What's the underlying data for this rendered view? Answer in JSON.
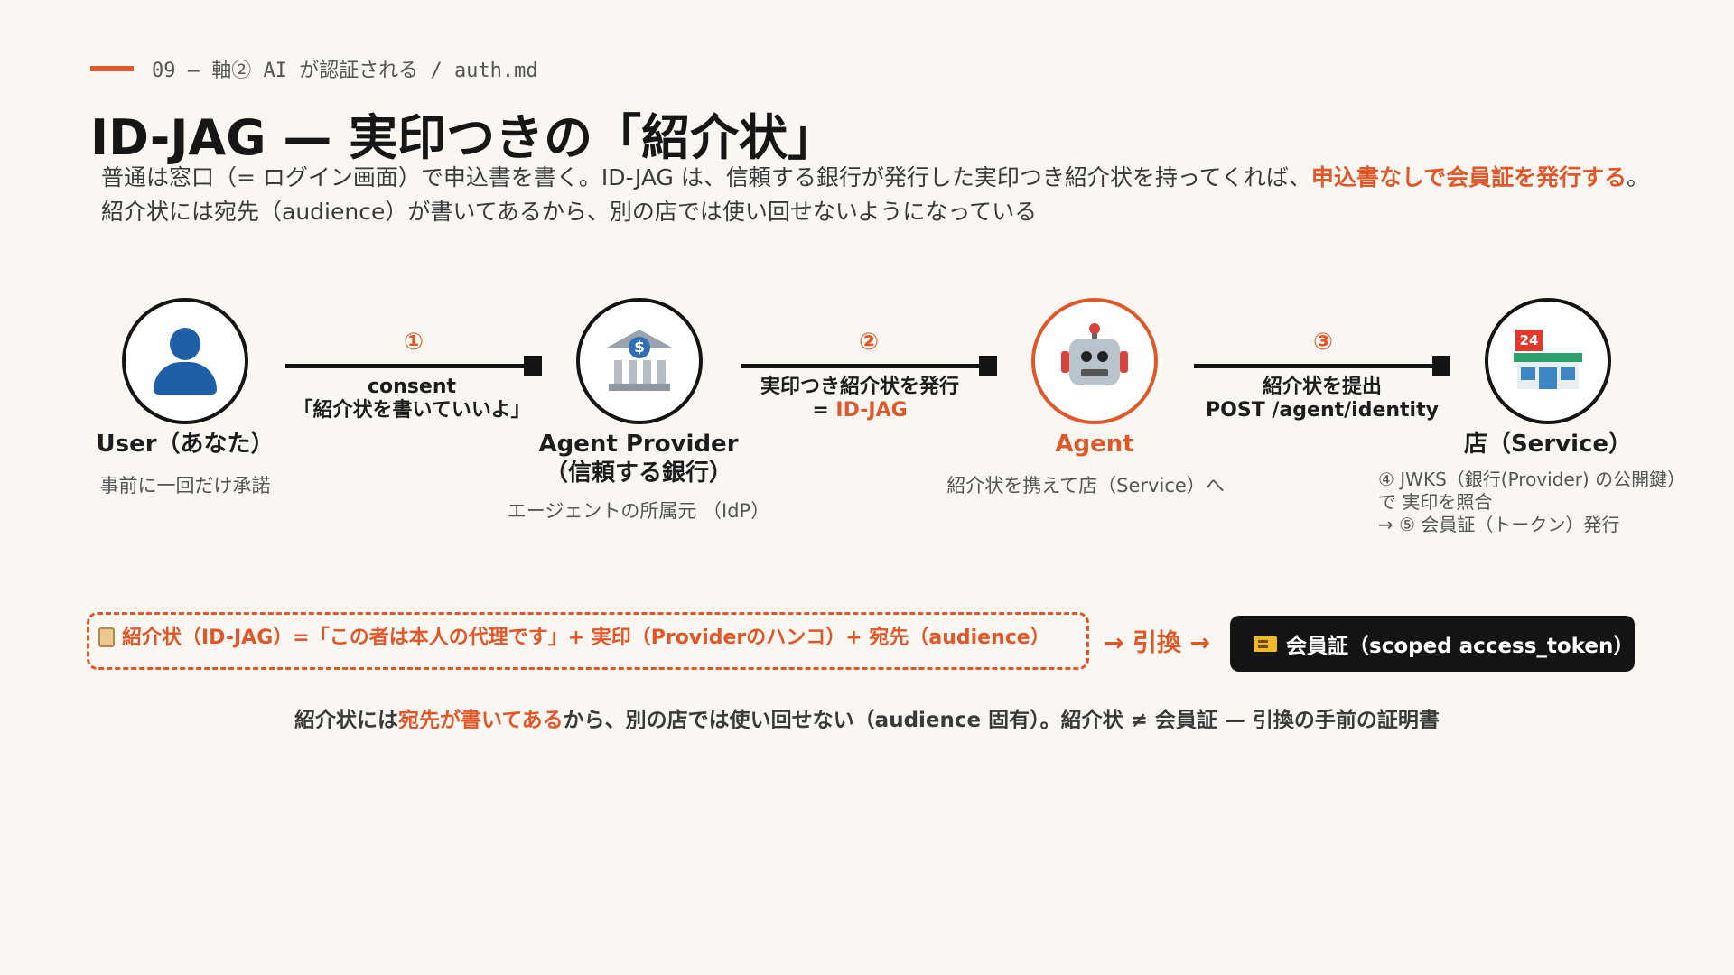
{
  "header": {
    "eyebrow": "09 — 軸② AI が認証される / auth.md",
    "title": "ID-JAG — 実印つきの「紹介状」",
    "lead_1": "普通は窓口（= ログイン画面）で申込書を書く。ID-JAG は、信頼する銀行が発行した実印つき紹介状を持ってくれば、",
    "lead_accent": "申込書なしで会員証を発行する",
    "lead_2": "。紹介状には宛先（audience）が書いてあるから、別の店では使い回せないようになっている"
  },
  "nodes": {
    "user": {
      "label": "User（あなた）",
      "sub": "事前に一回だけ承諾",
      "icon": "user-icon"
    },
    "provider": {
      "label_1": "Agent Provider",
      "label_2": "（信頼する銀行）",
      "sub": "エージェントの所属元 （IdP）",
      "icon": "bank-icon"
    },
    "agent": {
      "label": "Agent",
      "sub": "紹介状を携えて店（Service）へ",
      "icon": "robot-icon"
    },
    "service": {
      "label": "店（Service）",
      "sub_1": "④ JWKS（銀行(Provider) の公開鍵）",
      "sub_2": "で 実印を照合",
      "sub_3": "→ ⑤ 会員証（トークン）発行",
      "icon": "convenience-store-icon"
    }
  },
  "steps": [
    {
      "num": "①",
      "line_1": "consent",
      "line_2": "「紹介状を書いていいよ」"
    },
    {
      "num": "②",
      "line_1": "実印つき紹介状を発行",
      "line_2_prefix": "= ",
      "line_2_accent": "ID-JAG"
    },
    {
      "num": "③",
      "line_1": "紹介状を提出",
      "line_2": "POST /agent/identity"
    }
  ],
  "equation": {
    "box_text": "紹介状（ID-JAG）=「この者は本人の代理です」+ 実印（Providerのハンコ）+ 宛先（audience）",
    "exchange": "→ 引換 →",
    "token": "会員証（scoped access_token）"
  },
  "footnote": {
    "part_1": "紹介状には",
    "accent": "宛先が書いてある",
    "part_2": "から、別の店では使い回せない（audience 固有）。紹介状 ≠ 会員証 — 引換の手前の証明書"
  },
  "colors": {
    "accent": "#e0582a",
    "background": "#faf7f2",
    "ink": "#141414"
  }
}
